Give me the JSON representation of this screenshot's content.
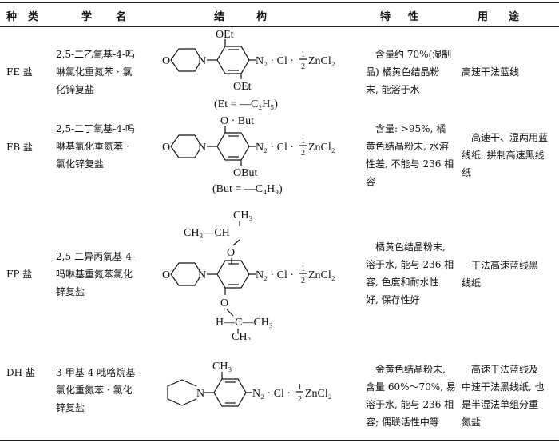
{
  "header": {
    "type": "种类",
    "name": "学名",
    "structure": "结构",
    "property": "特性",
    "use": "用途"
  },
  "common": {
    "n2cl": "N₂ · Cl ·",
    "one": "1",
    "two": "2",
    "zncl": "ZnCl₂",
    "N": "N",
    "O": "O"
  },
  "rows": [
    {
      "type": "FE 盐",
      "name": [
        "2,5-二乙氧基-4-吗",
        "啉氯化重氮苯 · 氯",
        "化锌复盐"
      ],
      "sub_top": "OEt",
      "sub_bottom": "OEt",
      "note": "(Et = —C₂H₅)",
      "property": [
        "含量约 70%(湿制",
        "品) 橘黄色结晶粉",
        "末, 能溶于水"
      ],
      "use": [
        "高速干法蓝线"
      ]
    },
    {
      "type": "FB 盐",
      "name": [
        "2,5-二丁氧基-4-吗",
        "啉基氯化重氮苯 ·",
        "氯化锌复盐"
      ],
      "sub_top": "O · But",
      "sub_bottom": "OBut",
      "note": "(But = —C₄H₉)",
      "property": [
        "含量: >95%, 橘",
        "黄色结晶粉末, 水溶",
        "性差, 不能与 236 相",
        "容"
      ],
      "use": [
        "高速干、湿两用蓝",
        "线纸, 拼制高速黑线",
        "纸"
      ]
    },
    {
      "type": "FP 盐",
      "name": [
        "2,5-二异丙氧基-4-",
        "吗啉基重氮苯氯化",
        "锌复盐"
      ],
      "iso_top": [
        "CH₃",
        "CH₃—CH",
        "O"
      ],
      "iso_bottom": [
        "O",
        "H—C—CH₃",
        "CH₃"
      ],
      "property": [
        "橘黄色结晶粉末,",
        "溶于水, 能与 236 相",
        "容, 色度和耐水性",
        "好, 保存性好"
      ],
      "use": [
        "干法高速蓝线黑",
        "线纸"
      ]
    },
    {
      "type": "DH 盐",
      "name": [
        "3-甲基-4-吡咯烷基",
        "氯化重氮苯 · 氯化",
        "锌复盐"
      ],
      "sub_top": "CH₃",
      "property": [
        "金黄色结晶粉末,",
        "含量 60%～70%, 易",
        "溶于水, 能与 236 相",
        "容; 偶联活性中等"
      ],
      "use": [
        "高速干法蓝线及",
        "中速干法黑线纸, 也",
        "是半湿法单组分重",
        "氮盐"
      ]
    }
  ]
}
